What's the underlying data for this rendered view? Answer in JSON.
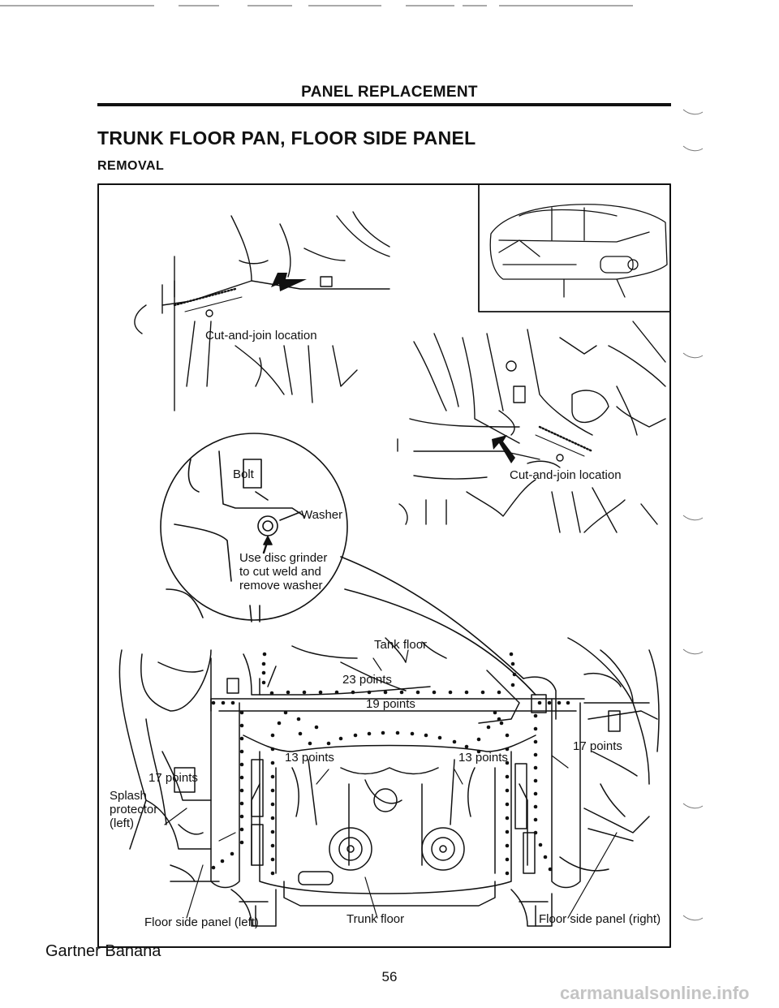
{
  "header": {
    "section": "PANEL REPLACEMENT"
  },
  "page": {
    "title": "TRUNK FLOOR PAN, FLOOR SIDE PANEL",
    "subtitle": "REMOVAL",
    "page_number": "56"
  },
  "figure": {
    "labels": {
      "cut_join_left": "Cut-and-join location",
      "cut_join_right": "Cut-and-join location",
      "bolt": "Bolt",
      "washer": "Washer",
      "grinder_line1": "Use disc grinder",
      "grinder_line2": "to cut weld and",
      "grinder_line3": "remove washer",
      "tank_floor": "Tank floor",
      "points_23": "23 points",
      "points_19": "19 points",
      "points_13_left": "13 points",
      "points_13_right": "13 points",
      "points_17_left": "17 points",
      "points_17_right": "17 points",
      "splash_line1": "Splash",
      "splash_line2": "protector",
      "splash_line3": "(left)",
      "floor_side_left": "Floor side panel (left)",
      "trunk_floor": "Trunk floor",
      "floor_side_right": "Floor side panel (right)"
    }
  },
  "footer": {
    "watermark": "Gartner Banana",
    "site": "carmanualsonline.info"
  }
}
